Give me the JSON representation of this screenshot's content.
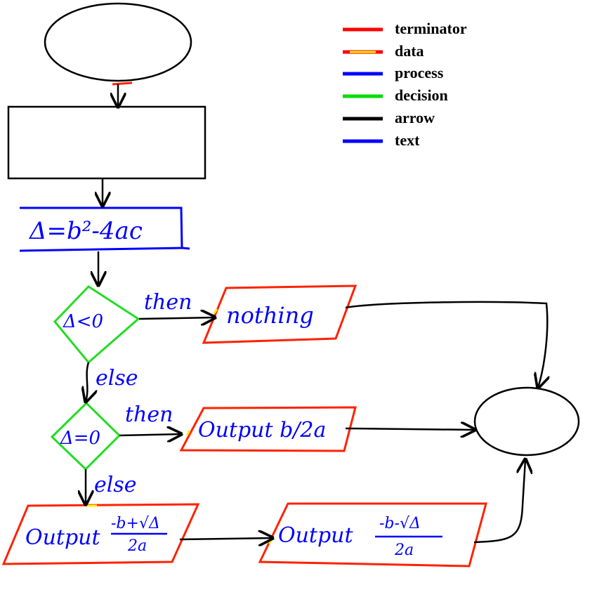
{
  "legend": {
    "items": [
      {
        "label": "terminator",
        "color": "#ff0000",
        "accent": null
      },
      {
        "label": "data",
        "color": "#ff0000",
        "accent": "#ffee00"
      },
      {
        "label": "process",
        "color": "#0000ff",
        "accent": null
      },
      {
        "label": "decision",
        "color": "#00dd00",
        "accent": null
      },
      {
        "label": "arrow",
        "color": "#000000",
        "accent": null
      },
      {
        "label": "text",
        "color": "#0000ff",
        "accent": null
      }
    ]
  },
  "flowchart": {
    "process_discriminant": "Δ=b²-4ac",
    "decision_1": "Δ<0",
    "decision_2": "Δ=0",
    "branch_then_1": "then",
    "branch_then_2": "then",
    "branch_else_1": "else",
    "branch_else_2": "else",
    "data_nothing": "nothing",
    "data_output_single": "Output b/2a",
    "data_output_plus": {
      "prefix": "Output",
      "numerator": "-b+√Δ",
      "denominator": "2a"
    },
    "data_output_minus": {
      "prefix": "Output",
      "numerator": "-b-√Δ",
      "denominator": "2a"
    }
  },
  "colors": {
    "terminator_stroke": "#000000",
    "input_box_stroke": "#000000",
    "process_stroke": "#0000ff",
    "decision_stroke": "#22dd22",
    "data_stroke": "#ff2200",
    "data_accent": "#ffee00",
    "arrow": "#000000",
    "text": "#0000ff"
  }
}
